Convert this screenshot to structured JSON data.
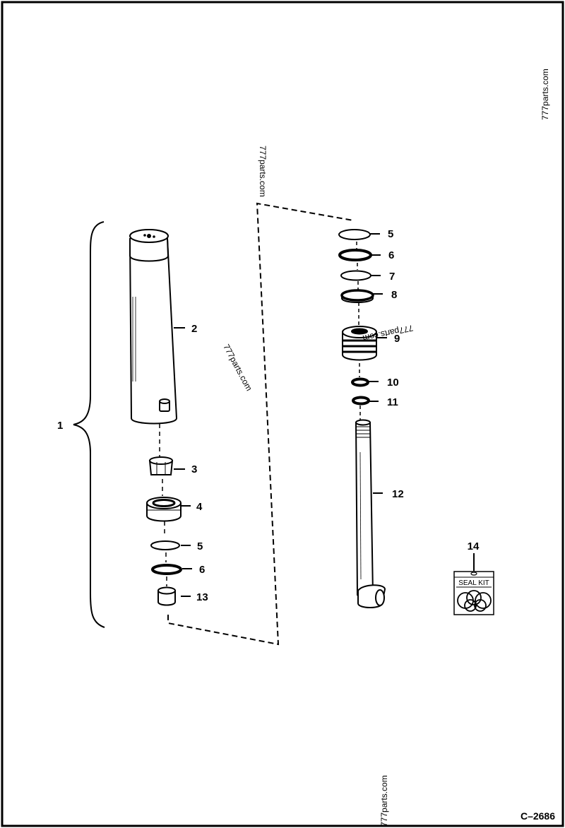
{
  "drawing_code": "C–2686",
  "watermark": "777parts.com",
  "seal_kit_label": "SEAL KIT",
  "callouts": {
    "assembly": "1",
    "barrel": "2",
    "nut": "3",
    "head": "4",
    "oring_left": "5",
    "backup_left": "6",
    "oring_top": "5",
    "backup_top": "6",
    "oring_7": "7",
    "ring_8": "8",
    "piston": "9",
    "seal_10": "10",
    "seal_11": "11",
    "rod": "12",
    "bushing": "13",
    "seal_kit": "14"
  }
}
